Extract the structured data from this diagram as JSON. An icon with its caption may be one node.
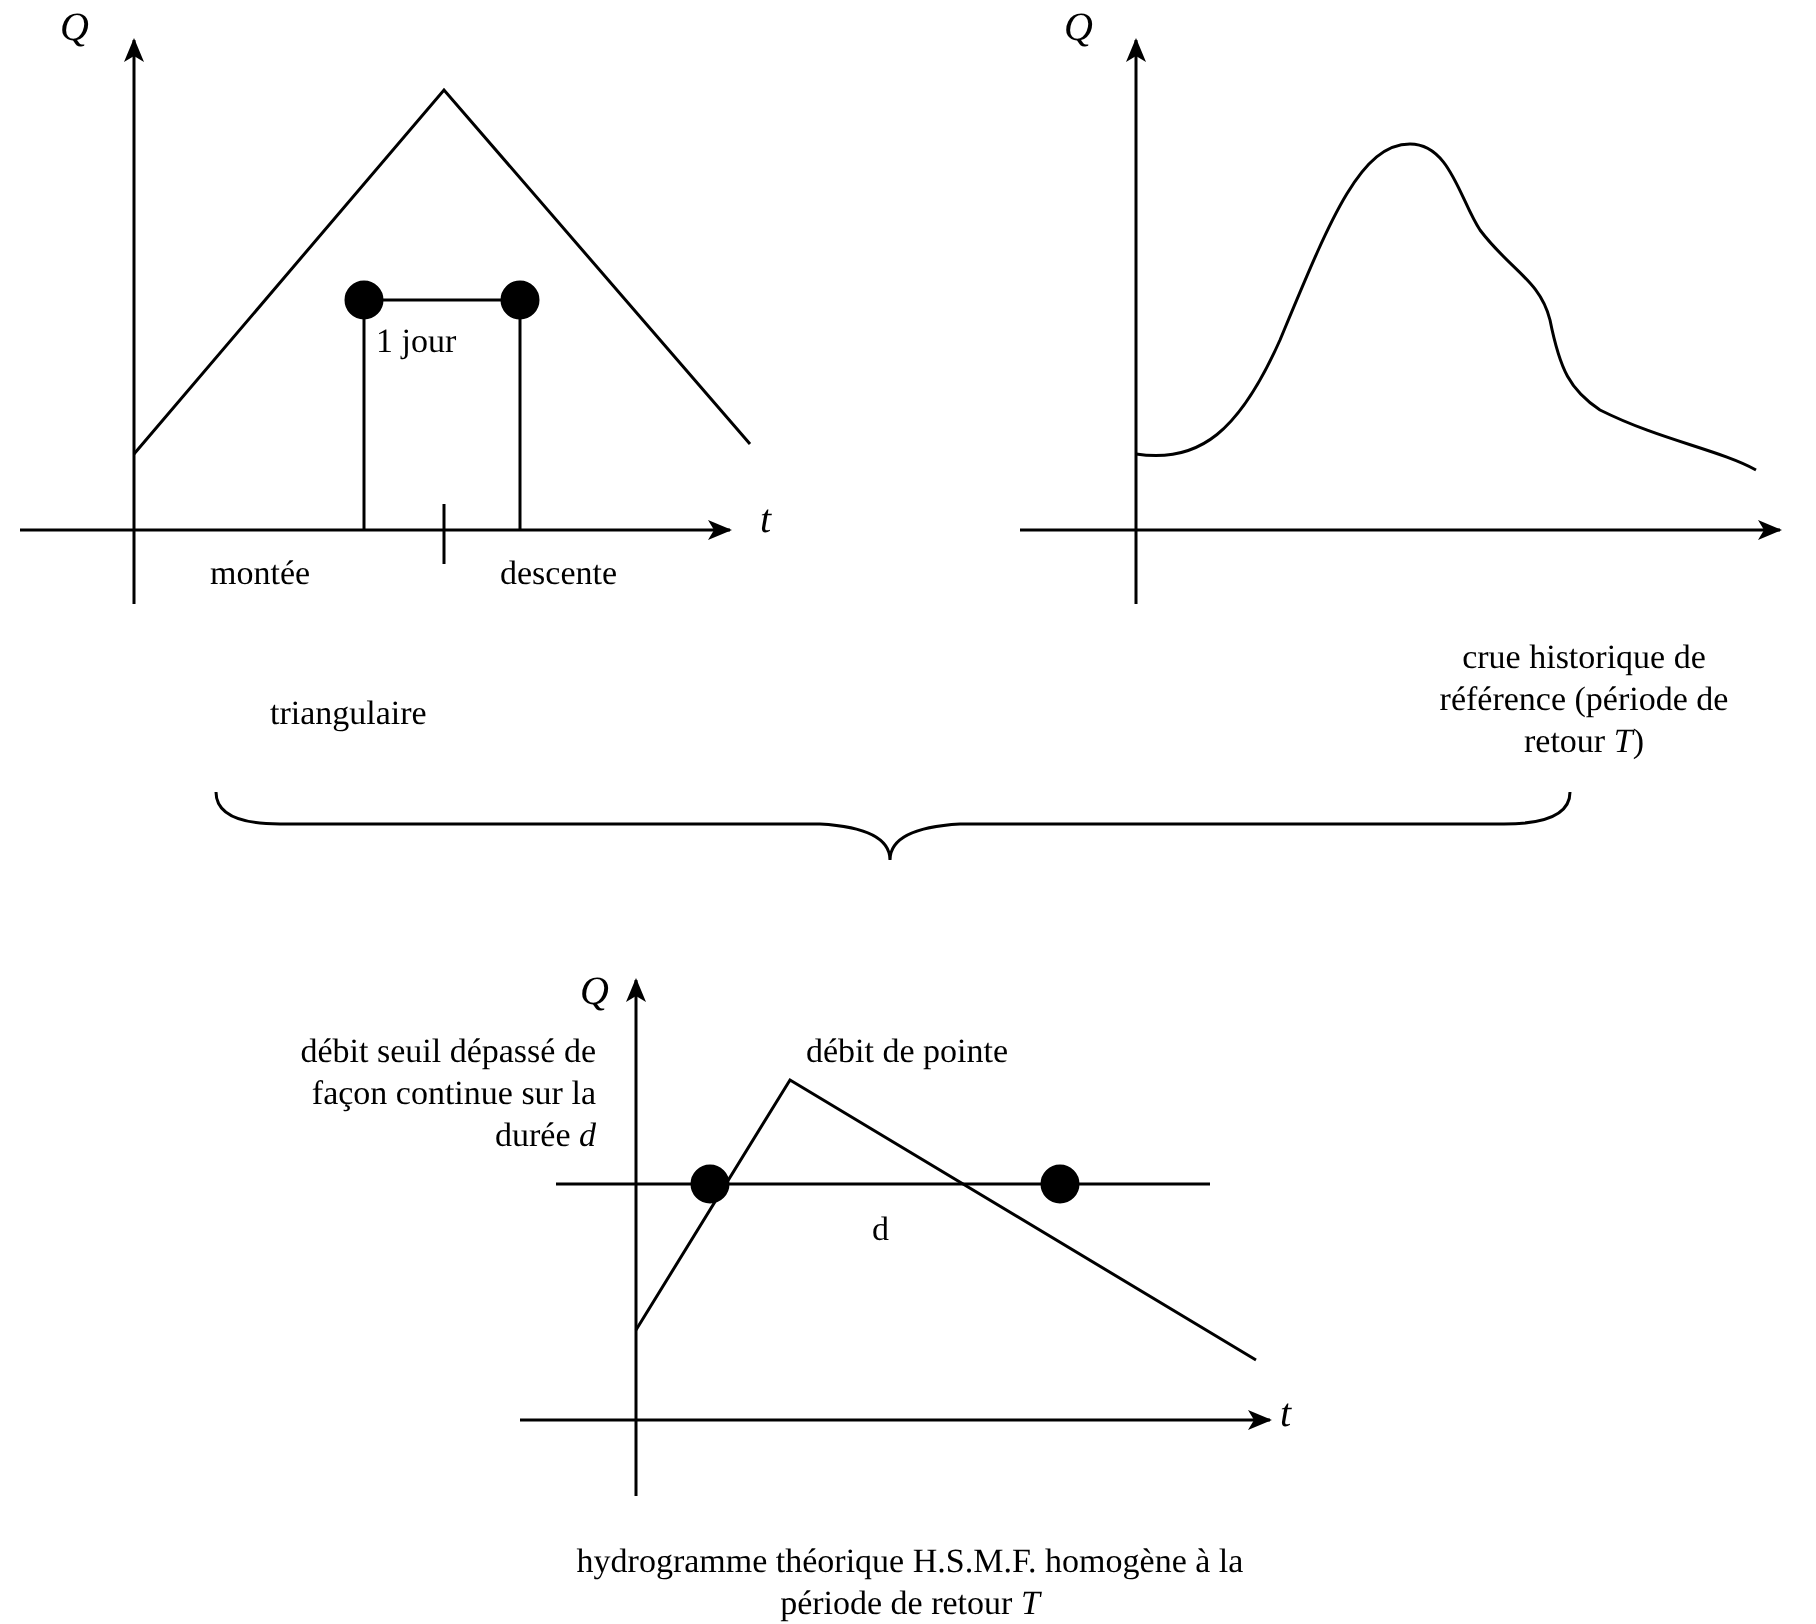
{
  "diagram": {
    "labels": [
      "Q",
      "Q",
      "1 jour",
      "t",
      "montée",
      "descente",
      "crue historique de référence (période de retour *T*)",
      "triangulaire",
      "Q",
      "débit de pointe",
      "débit seuil dépassé de façon continue sur la durée *d*",
      "d",
      "t",
      "hydrogramme théorique H.S.M.F. homogène à la période de retour *T*"
    ]
  }
}
